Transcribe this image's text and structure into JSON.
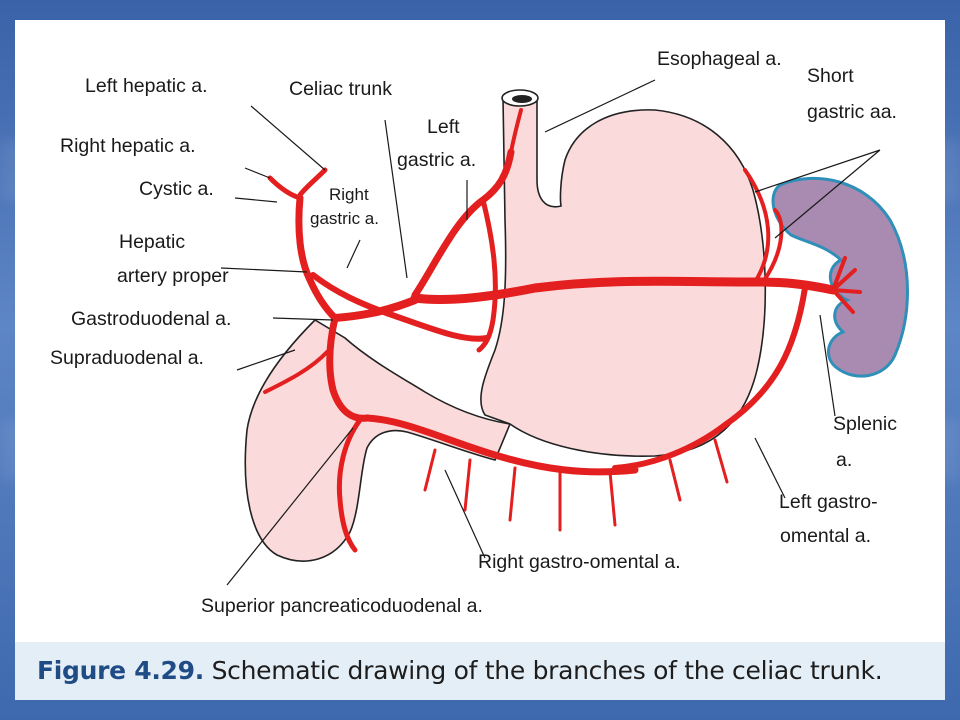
{
  "caption": {
    "figure_number": "Figure 4.29.",
    "text": "Schematic drawing of the branches of the celiac trunk."
  },
  "labels": {
    "left_hepatic": "Left hepatic a.",
    "celiac_trunk": "Celiac trunk",
    "esophageal": "Esophageal a.",
    "short_gastric_1": "Short",
    "short_gastric_2": "gastric aa.",
    "right_hepatic": "Right hepatic a.",
    "cystic": "Cystic a.",
    "left_gastric_1": "Left",
    "left_gastric_2": "gastric a.",
    "right_gastric_1": "Right",
    "right_gastric_2": "gastric a.",
    "hepatic_proper_1": "Hepatic",
    "hepatic_proper_2": "artery proper",
    "gastroduodenal": "Gastroduodenal a.",
    "supraduodenal": "Supraduodenal a.",
    "splenic_1": "Splenic",
    "splenic_2": "a.",
    "left_gastro_omental_1": "Left gastro-",
    "left_gastro_omental_2": "omental a.",
    "right_gastro_omental": "Right gastro-omental a.",
    "superior_pancreaticoduodenal": "Superior pancreaticoduodenal a."
  },
  "colors": {
    "artery": "#e41f1f",
    "stomach_fill": "#fadada",
    "spleen_fill": "#a98bb2",
    "spleen_outline": "#2f8fb8",
    "caption_accent": "#1f4c84"
  }
}
